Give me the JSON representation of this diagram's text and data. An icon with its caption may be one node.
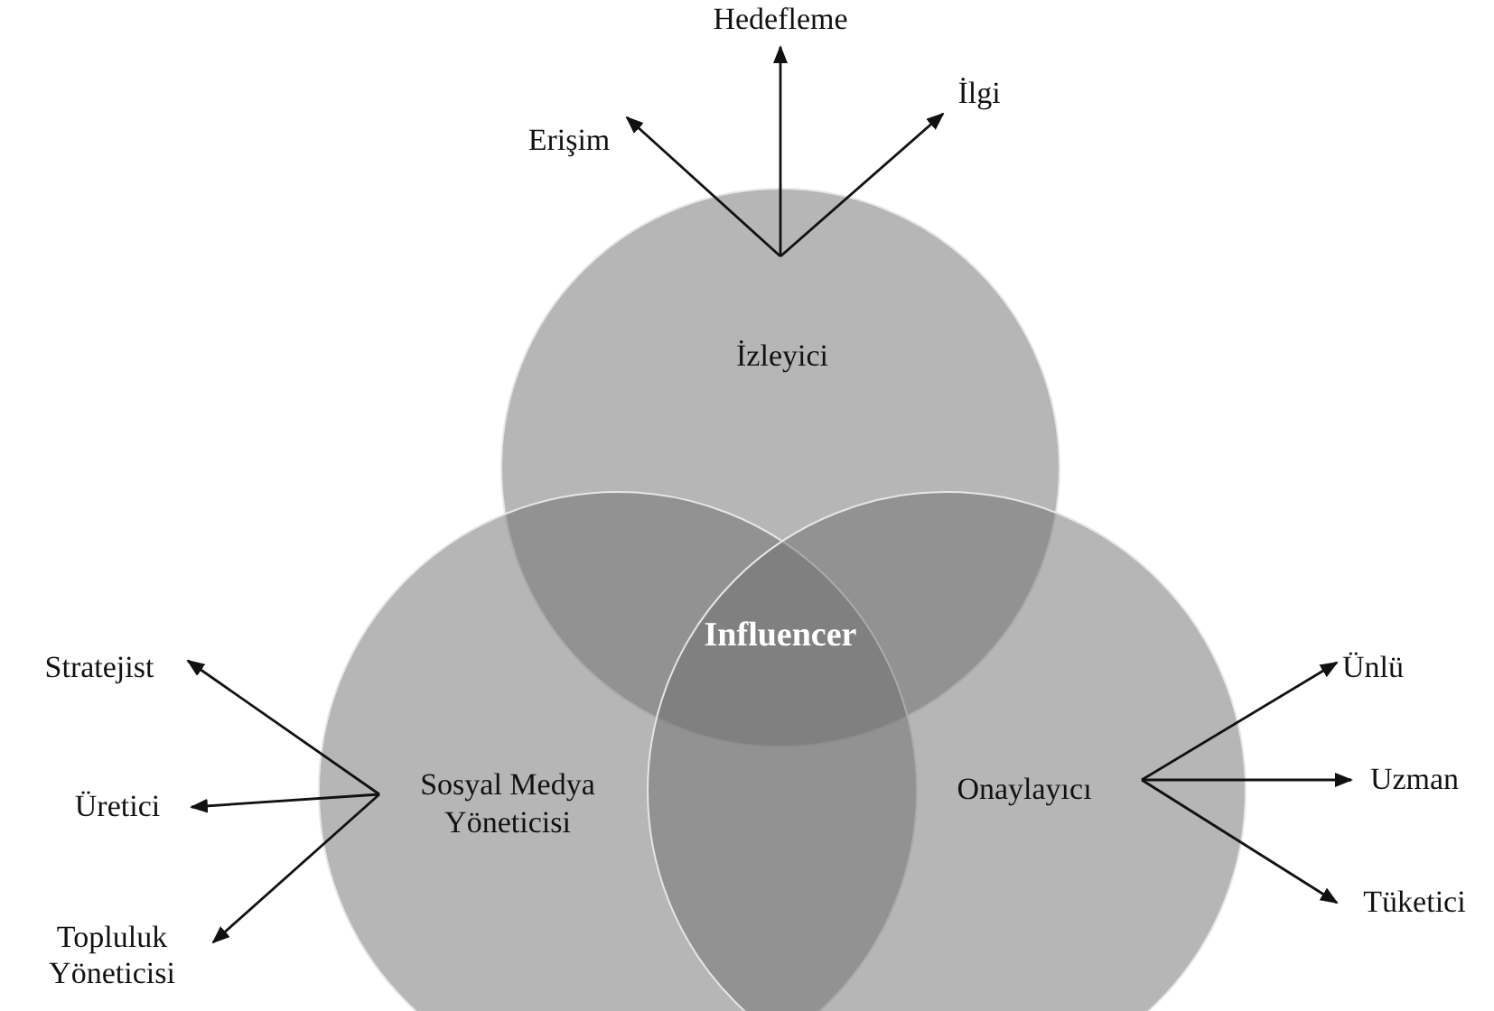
{
  "diagram": {
    "nodes": [
      {
        "text": [
          "İzleyici"
        ]
      },
      {
        "text": [
          "Sosyal Medya Yöneticisi"
        ]
      },
      {
        "text": [
          "Onaylayıcı"
        ]
      },
      {
        "text": [
          "Influencer"
        ]
      },
      {
        "text": [
          "Erişim"
        ]
      },
      {
        "text": [
          "Hedefleme"
        ]
      },
      {
        "text": [
          "İlgi"
        ]
      },
      {
        "text": [
          "Stratejist"
        ]
      },
      {
        "text": [
          "Üretici"
        ]
      },
      {
        "text": [
          "Topluluk Yöneticisi"
        ]
      },
      {
        "text": [
          "Ünlü"
        ]
      },
      {
        "text": [
          "Uzman"
        ]
      },
      {
        "text": [
          "Tüketici"
        ]
      }
    ],
    "edges": [
      {
        "from": 0,
        "to": 4,
        "arrow": "to"
      },
      {
        "from": 0,
        "to": 5,
        "arrow": "to"
      },
      {
        "from": 0,
        "to": 6,
        "arrow": "to"
      },
      {
        "from": 1,
        "to": 7,
        "arrow": "to"
      },
      {
        "from": 1,
        "to": 8,
        "arrow": "to"
      },
      {
        "from": 1,
        "to": 9,
        "arrow": "to"
      },
      {
        "from": 2,
        "to": 10,
        "arrow": "to"
      },
      {
        "from": 2,
        "to": 11,
        "arrow": "to"
      },
      {
        "from": 2,
        "to": 12,
        "arrow": "to"
      }
    ]
  }
}
